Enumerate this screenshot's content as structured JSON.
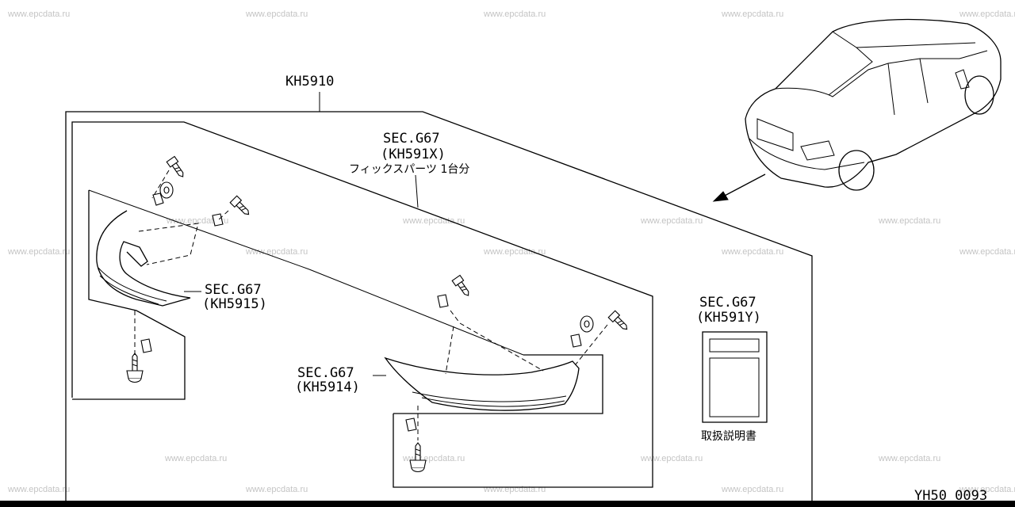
{
  "watermark": "www.epcdata.ru",
  "assembly": {
    "code": "KH5910"
  },
  "kit": {
    "sec": "SEC.G67",
    "code": "(KH591X)",
    "note": "フィックスパーツ 1台分"
  },
  "part_left": {
    "sec": "SEC.G67",
    "code": "(KH5915)"
  },
  "part_center": {
    "sec": "SEC.G67",
    "code": "(KH5914)"
  },
  "manual": {
    "sec": "SEC.G67",
    "code": "(KH591Y)",
    "label": "取扱説明書"
  },
  "drawing_number": "YH50 0093"
}
